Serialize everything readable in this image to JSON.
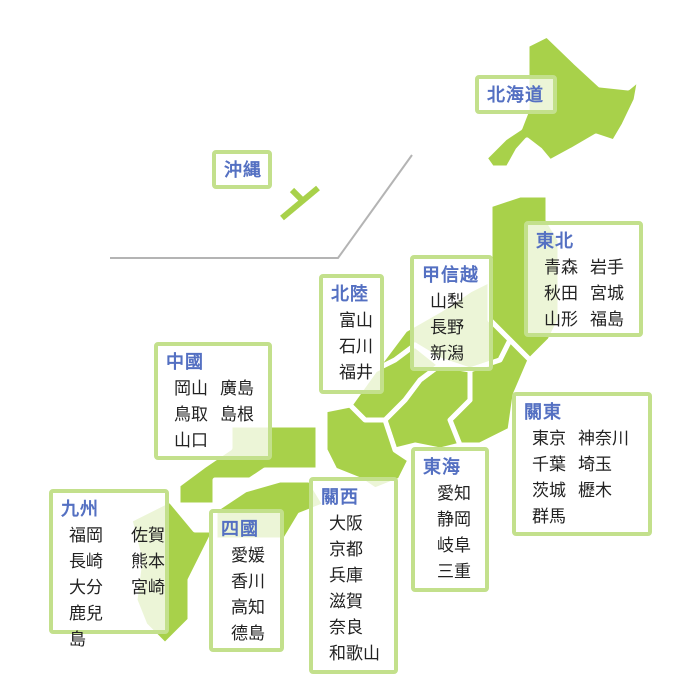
{
  "colors": {
    "land": "#a8d14a",
    "border": "#c3e08c",
    "title": "#5470c2"
  },
  "regions": [
    {
      "id": "hokkaido",
      "title": "北海道",
      "prefectures": []
    },
    {
      "id": "okinawa",
      "title": "沖縄",
      "prefectures": []
    },
    {
      "id": "tohoku",
      "title": "東北",
      "prefectures": [
        "青森",
        "岩手",
        "秋田",
        "宮城",
        "山形",
        "福島"
      ]
    },
    {
      "id": "koshinetsu",
      "title": "甲信越",
      "prefectures": [
        "山梨",
        "長野",
        "新潟"
      ]
    },
    {
      "id": "hokuriku",
      "title": "北陸",
      "prefectures": [
        "富山",
        "石川",
        "福井"
      ]
    },
    {
      "id": "chugoku",
      "title": "中國",
      "prefectures": [
        "岡山",
        "廣島",
        "鳥取",
        "島根",
        "山口"
      ]
    },
    {
      "id": "kanto",
      "title": "關東",
      "prefectures": [
        "東京",
        "神奈川",
        "千葉",
        "埼玉",
        "茨城",
        "櫪木",
        "群馬"
      ]
    },
    {
      "id": "tokai",
      "title": "東海",
      "prefectures": [
        "愛知",
        "静岡",
        "岐阜",
        "三重"
      ]
    },
    {
      "id": "kyushu",
      "title": "九州",
      "prefectures": [
        "福岡",
        "佐賀",
        "長崎",
        "熊本",
        "大分",
        "宮崎",
        "鹿兒島"
      ]
    },
    {
      "id": "shikoku",
      "title": "四國",
      "prefectures": [
        "愛媛",
        "香川",
        "高知",
        "德島"
      ]
    },
    {
      "id": "kansai",
      "title": "關西",
      "prefectures": [
        "大阪",
        "京都",
        "兵庫",
        "滋賀",
        "奈良",
        "和歌山"
      ]
    }
  ]
}
